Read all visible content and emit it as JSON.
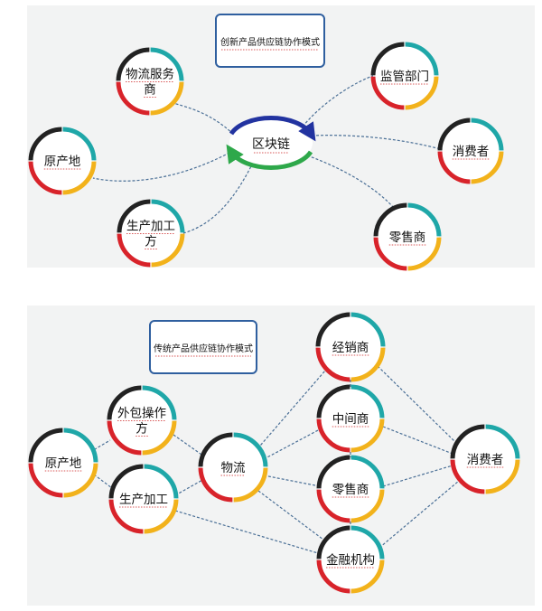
{
  "top": {
    "title": "创新产品供应链协作模式",
    "hub": "区块链",
    "nodes": {
      "logistics": "物流服务商",
      "regulator": "监管部门",
      "origin": "原产地",
      "consumer": "消费者",
      "producer": "生产加工方",
      "retailer": "零售商"
    }
  },
  "bottom": {
    "title": "传统产品供应链协作模式",
    "nodes": {
      "origin": "原产地",
      "outsource": "外包操作方",
      "producer": "生产加工",
      "logistics": "物流",
      "distributor": "经销商",
      "middleman": "中间商",
      "retailer": "零售商",
      "finance": "金融机构",
      "consumer": "消费者"
    }
  },
  "colors": {
    "ring_teal": "#1fa7a8",
    "ring_yellow": "#f2b21b",
    "ring_red": "#d8232a",
    "ring_black": "#222222",
    "hub_blue": "#2233a0",
    "hub_green": "#2ea84a",
    "dash_line": "#4a6f96",
    "title_border": "#2f5f9f",
    "underline": "#cc2222"
  }
}
